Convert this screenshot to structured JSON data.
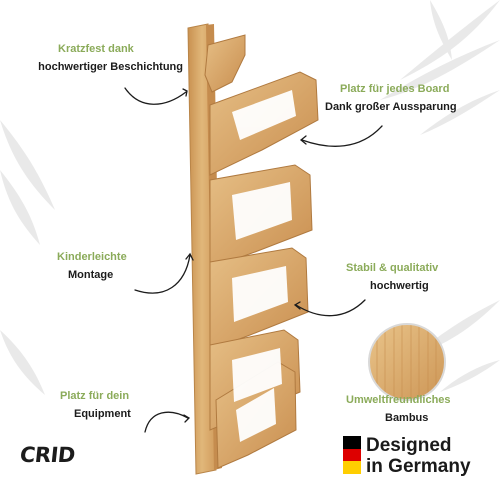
{
  "features": {
    "scratch_resistant": {
      "heading": "Kratzfest  dank",
      "detail": "hochwertiger Beschichtung"
    },
    "space_per_board": {
      "heading": "Platz für jedes Board",
      "detail": "Dank großer Aussparung"
    },
    "easy_mounting": {
      "heading": "Kinderleichte",
      "detail": "Montage"
    },
    "stable_quality": {
      "heading": "Stabil & qualitativ",
      "detail": "hochwertig"
    },
    "eco_bamboo": {
      "heading": "Umweltfreundliches",
      "detail": "Bambus"
    },
    "equipment_space": {
      "heading": "Platz für dein",
      "detail": "Equipment"
    }
  },
  "badge": {
    "line1": "Designed",
    "line2": "in Germany"
  },
  "brand": {
    "logo_text": "CRID"
  },
  "colors": {
    "accent_green": "#8bab5a",
    "text_dark": "#1c1c1c",
    "bamboo_light": "#e1b77a",
    "bamboo_mid": "#d6a566",
    "bamboo_dark": "#b98548",
    "flag_black": "#000000",
    "flag_red": "#dd0000",
    "flag_gold": "#ffce00"
  },
  "icons": [
    "curved-arrow-icon",
    "germany-flag-icon",
    "bamboo-leaf-icon",
    "bamboo-swatch-icon"
  ]
}
